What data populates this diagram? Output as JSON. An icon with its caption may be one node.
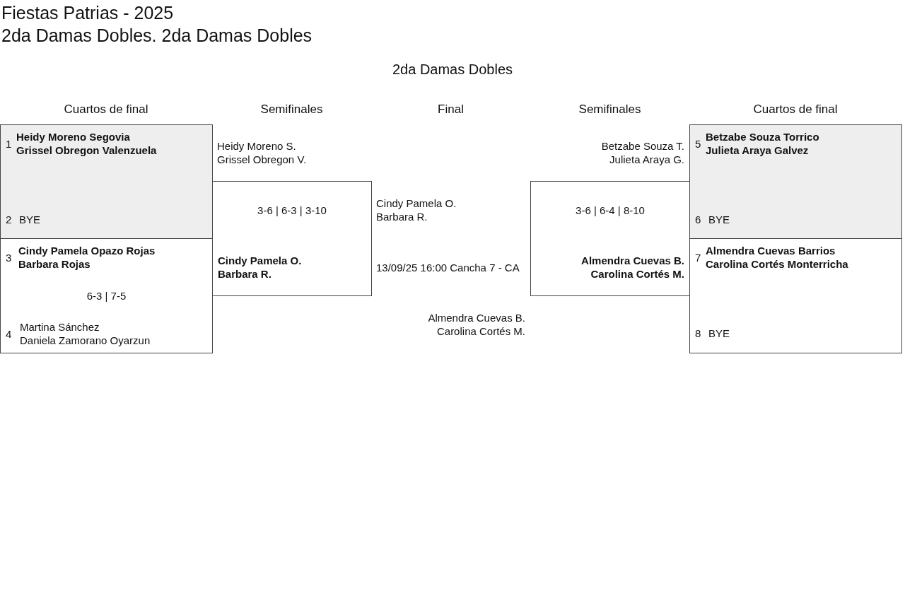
{
  "diagram": {
    "title": "Fiestas Patrias - 2025",
    "nodes": [
      {
        "text": [
          "1",
          "Heidy Moreno Segovia",
          "Grissel Obregon Valenzuela",
          "2",
          "BYE"
        ]
      },
      {
        "text": [
          "3",
          "Cindy Pamela Opazo Rojas",
          "Barbara Rojas",
          "6-3 | 7-5",
          "4",
          "Martina Sánchez",
          "Daniela Zamorano Oyarzun"
        ]
      },
      {
        "text": [
          "3-6 | 6-3 | 3-10",
          "Cindy Pamela O.",
          "Barbara R."
        ],
        "beside": [
          "Heidy Moreno S.",
          "Grissel Obregon V."
        ]
      },
      {
        "text": [
          "3-6 | 6-4 | 8-10",
          "Almendra Cuevas B.",
          "Carolina Cortés M."
        ],
        "beside": [
          "Betzabe Souza T.",
          "Julieta Araya G."
        ]
      },
      {
        "text": [
          "5",
          "Betzabe Souza Torrico",
          "Julieta Araya Galvez",
          "6",
          "BYE"
        ]
      },
      {
        "text": [
          "7",
          "Almendra Cuevas Barrios",
          "Carolina Cortés Monterricha",
          "8",
          "BYE"
        ]
      }
    ],
    "labels": [
      "2da Damas Dobles. 2da Damas Dobles",
      "2da Damas Dobles",
      "Cuartos de final",
      "Semifinales",
      "Final",
      "Semifinales",
      "Cuartos de final",
      "Cindy Pamela O.",
      "Barbara R.",
      "13/09/25 16:00 Cancha 7 - CA",
      "Almendra Cuevas B.",
      "Carolina Cortés M."
    ]
  }
}
